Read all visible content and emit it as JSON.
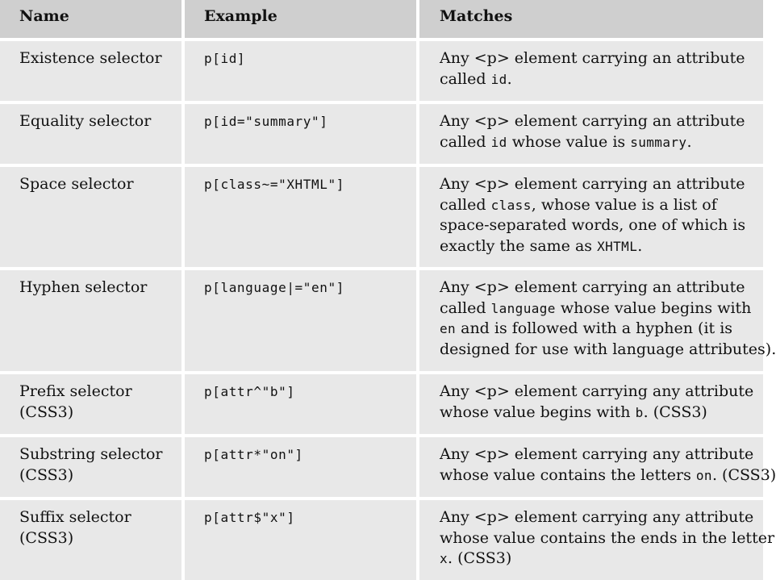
{
  "headers": {
    "name": "Name",
    "example": "Example",
    "matches": "Matches"
  },
  "rows": [
    {
      "name": [
        "Existence selector"
      ],
      "example": "p[id]",
      "matches": [
        [
          {
            "t": "Any <p> element carrying an attribute"
          }
        ],
        [
          {
            "t": "called "
          },
          {
            "t": "id",
            "code": true
          },
          {
            "t": "."
          }
        ]
      ]
    },
    {
      "name": [
        "Equality selector"
      ],
      "example": "p[id=\"summary\"]",
      "matches": [
        [
          {
            "t": "Any <p> element carrying an attribute"
          }
        ],
        [
          {
            "t": "called "
          },
          {
            "t": "id",
            "code": true
          },
          {
            "t": " whose value is "
          },
          {
            "t": "summary",
            "code": true
          },
          {
            "t": "."
          }
        ]
      ]
    },
    {
      "name": [
        "Space selector"
      ],
      "example": "p[class~=\"XHTML\"]",
      "matches": [
        [
          {
            "t": "Any <p> element carrying an attribute"
          }
        ],
        [
          {
            "t": "called "
          },
          {
            "t": "class",
            "code": true
          },
          {
            "t": ", whose value is a list of"
          }
        ],
        [
          {
            "t": "space-separated words, one of which is"
          }
        ],
        [
          {
            "t": "exactly the same as "
          },
          {
            "t": "XHTML",
            "code": true
          },
          {
            "t": "."
          }
        ]
      ]
    },
    {
      "name": [
        "Hyphen selector"
      ],
      "example": "p[language|=\"en\"]",
      "matches": [
        [
          {
            "t": "Any <p> element  carrying an attribute"
          }
        ],
        [
          {
            "t": "called "
          },
          {
            "t": "language",
            "code": true
          },
          {
            "t": " whose value begins with"
          }
        ],
        [
          {
            "t": "en",
            "code": true
          },
          {
            "t": " and is followed with a hyphen (it is"
          }
        ],
        [
          {
            "t": "designed for use with language attributes)."
          }
        ]
      ]
    },
    {
      "name": [
        "Prefix selector",
        "(CSS3)"
      ],
      "example": "p[attr^\"b\"]",
      "matches": [
        [
          {
            "t": "Any <p> element carrying any attribute"
          }
        ],
        [
          {
            "t": "whose value begins with "
          },
          {
            "t": "b",
            "code": true
          },
          {
            "t": ". (CSS3)"
          }
        ]
      ]
    },
    {
      "name": [
        "Substring selector",
        "(CSS3)"
      ],
      "example": "p[attr*\"on\"]",
      "matches": [
        [
          {
            "t": "Any <p> element carrying any attribute"
          }
        ],
        [
          {
            "t": "whose value contains the letters "
          },
          {
            "t": "on",
            "code": true
          },
          {
            "t": ". (CSS3)"
          }
        ]
      ]
    },
    {
      "name": [
        "Suffix selector",
        "(CSS3)"
      ],
      "example": "p[attr$\"x\"]",
      "matches": [
        [
          {
            "t": "Any <p> element carrying any attribute"
          }
        ],
        [
          {
            "t": "whose value contains the ends in the letter"
          }
        ],
        [
          {
            "t": "x",
            "code": true
          },
          {
            "t": ". (CSS3)"
          }
        ]
      ]
    }
  ]
}
